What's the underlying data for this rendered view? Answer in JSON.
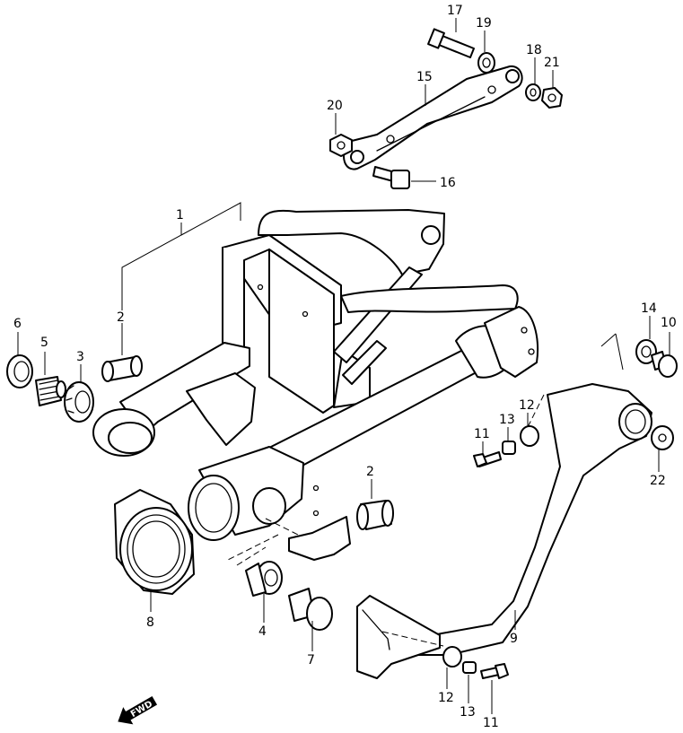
{
  "diagram": {
    "labels": [
      "1",
      "2",
      "3",
      "4",
      "5",
      "6",
      "7",
      "8",
      "9",
      "10",
      "11",
      "12",
      "13",
      "14",
      "15",
      "16",
      "17",
      "18",
      "19",
      "20",
      "21",
      "22"
    ],
    "fwd_text": "FWD",
    "callouts": {
      "c1": "1",
      "c2a": "2",
      "c2b": "2",
      "c3": "3",
      "c4": "4",
      "c5": "5",
      "c6": "6",
      "c7": "7",
      "c8": "8",
      "c9": "9",
      "c10": "10",
      "c11a": "11",
      "c11b": "11",
      "c12a": "12",
      "c12b": "12",
      "c13a": "13",
      "c13b": "13",
      "c14": "14",
      "c15": "15",
      "c16": "16",
      "c17": "17",
      "c18": "18",
      "c19": "19",
      "c20": "20",
      "c21": "21",
      "c22": "22"
    }
  }
}
